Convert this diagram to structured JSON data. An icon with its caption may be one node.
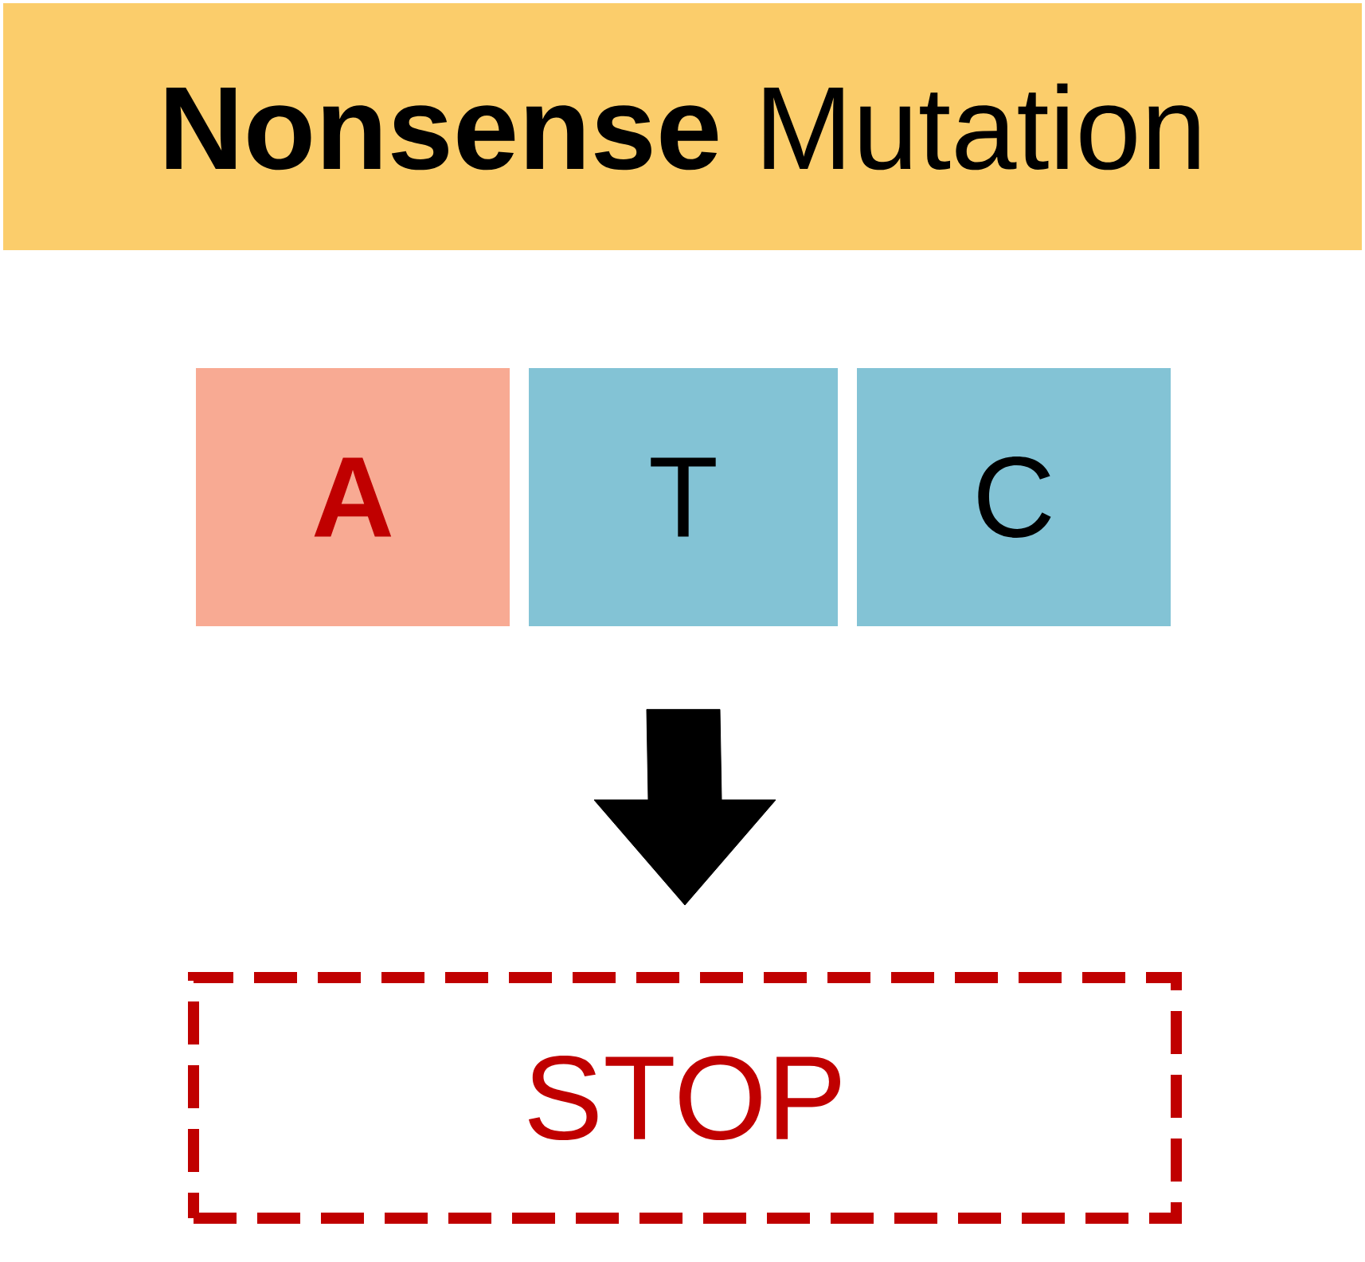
{
  "diagram": {
    "title": "**Nonsense** Mutation",
    "nodes": [
      {
        "text": [
          "A"
        ]
      },
      {
        "text": [
          "T"
        ]
      },
      {
        "text": [
          "C"
        ]
      },
      {
        "text": [
          "STOP"
        ]
      }
    ],
    "edges": [
      {
        "from": 1,
        "to": 3,
        "arrow": "to",
        "style": "thick"
      }
    ]
  }
}
